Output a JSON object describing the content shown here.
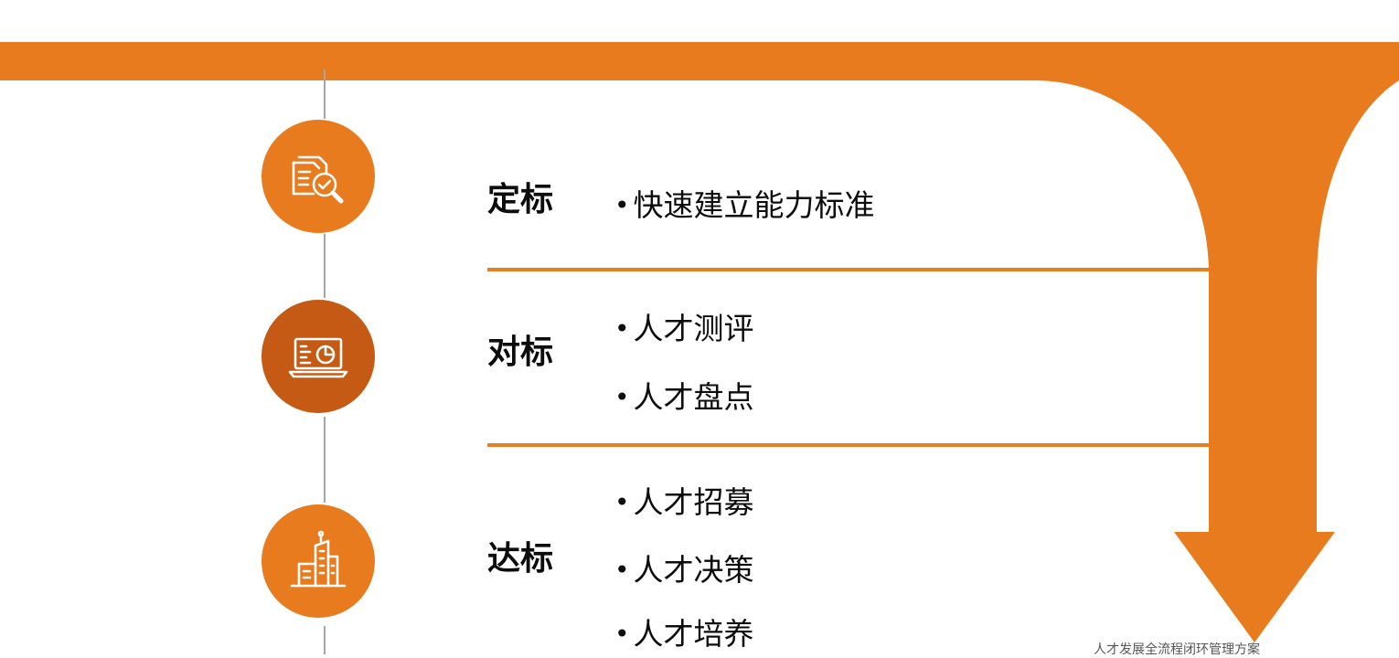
{
  "colors": {
    "accent": "#e87b1e",
    "accent_dark": "#c55a14",
    "divider": "#e57f21",
    "connector": "#a6a6a6",
    "text": "#0d0d0d"
  },
  "stages": [
    {
      "label": "定标",
      "icon": "document-search-check-icon",
      "items": [
        "快速建立能力标准"
      ]
    },
    {
      "label": "对标",
      "icon": "laptop-report-chart-icon",
      "items": [
        "人才测评",
        "人才盘点"
      ]
    },
    {
      "label": "达标",
      "icon": "office-buildings-icon",
      "items": [
        "人才招募",
        "人才决策",
        "人才培养"
      ]
    }
  ],
  "footnote": "人才发展全流程闭环管理方案"
}
